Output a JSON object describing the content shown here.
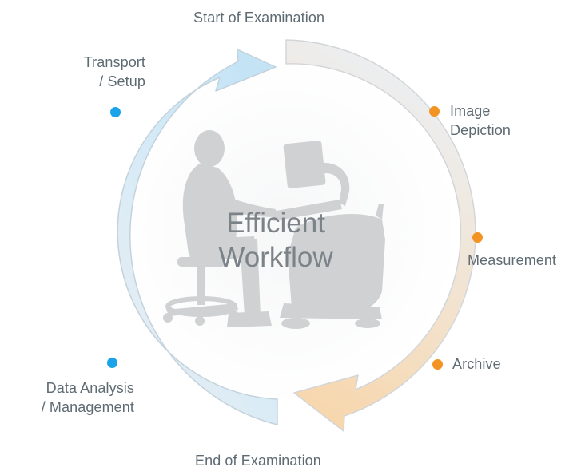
{
  "diagram": {
    "center_title_line1": "Efficient",
    "center_title_line2": "Workflow",
    "start_label": "Start of Examination",
    "end_label": "End of Examination",
    "steps": [
      {
        "line1": "Transport",
        "line2": "/ Setup",
        "group": "blue"
      },
      {
        "line1": "Image",
        "line2": "Depiction",
        "group": "orange"
      },
      {
        "line1": "Measurement",
        "group": "orange"
      },
      {
        "line1": "Archive",
        "group": "orange"
      },
      {
        "line1": "Data Analysis",
        "line2": "/ Management",
        "group": "blue"
      }
    ],
    "colors": {
      "blue_dot": "#1aa3e8",
      "orange_dot": "#f39324",
      "ring": "#eaeaec",
      "ring_edge": "#d2d5d8",
      "arrow_blue": "#c9e6f6",
      "arrow_orange": "#f8d9b0",
      "silhouette": "#cfd1d3"
    },
    "icons": [
      "workflow-cycle-ring-icon",
      "operator-at-workstation-silhouette-icon"
    ]
  }
}
